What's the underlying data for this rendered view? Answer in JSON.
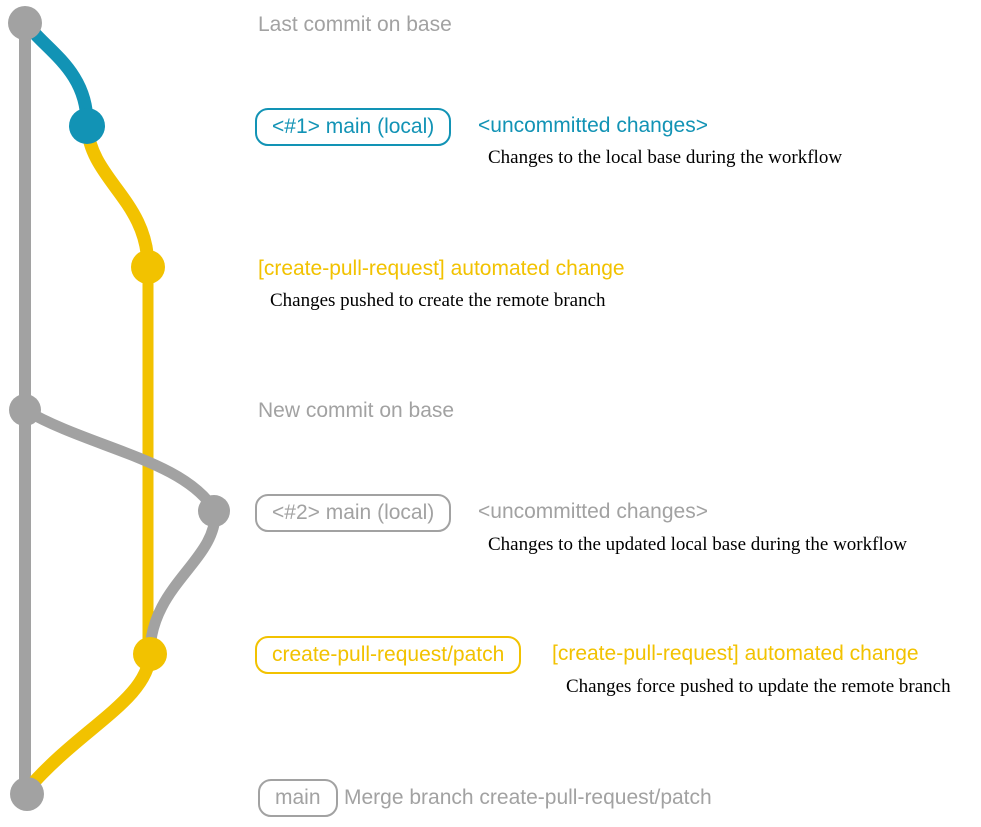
{
  "colors": {
    "gray": "#a2a2a2",
    "teal": "#1293b5",
    "yellow": "#f2c200",
    "text": "#000000",
    "background": "#ffffff"
  },
  "graph": {
    "type": "git-branch-diagram",
    "branches": [
      {
        "name": "base",
        "color": "gray"
      },
      {
        "name": "main (local)",
        "color": "teal, later gray"
      },
      {
        "name": "create-pull-request/patch",
        "color": "yellow"
      }
    ],
    "commits": [
      {
        "name": "last-commit-on-base",
        "branch": "base",
        "color": "gray"
      },
      {
        "name": "uncommitted-changes-1",
        "branch": "main (local)",
        "color": "teal"
      },
      {
        "name": "automated-change-1",
        "branch": "create-pull-request/patch",
        "color": "yellow"
      },
      {
        "name": "new-commit-on-base",
        "branch": "base",
        "color": "gray"
      },
      {
        "name": "uncommitted-changes-2",
        "branch": "main (local)",
        "color": "gray"
      },
      {
        "name": "automated-change-2-force-push",
        "branch": "create-pull-request/patch",
        "color": "yellow"
      },
      {
        "name": "merge-commit",
        "branch": "base",
        "color": "gray"
      }
    ]
  },
  "labels": {
    "last_commit": "Last commit on base",
    "new_commit": "New commit on base",
    "row1": {
      "badge": "<#1> main (local)",
      "title": "<uncommitted changes>",
      "description": "Changes to the local base during the workflow"
    },
    "row2": {
      "title": "[create-pull-request] automated change",
      "description": "Changes pushed to create the remote branch"
    },
    "row3": {
      "badge": "<#2> main (local)",
      "title": "<uncommitted changes>",
      "description": "Changes to the updated local base during the workflow"
    },
    "row4": {
      "badge": "create-pull-request/patch",
      "title": "[create-pull-request] automated change",
      "description": "Changes force pushed to update the remote branch"
    },
    "row5": {
      "badge": "main",
      "title": "Merge branch create-pull-request/patch"
    }
  }
}
